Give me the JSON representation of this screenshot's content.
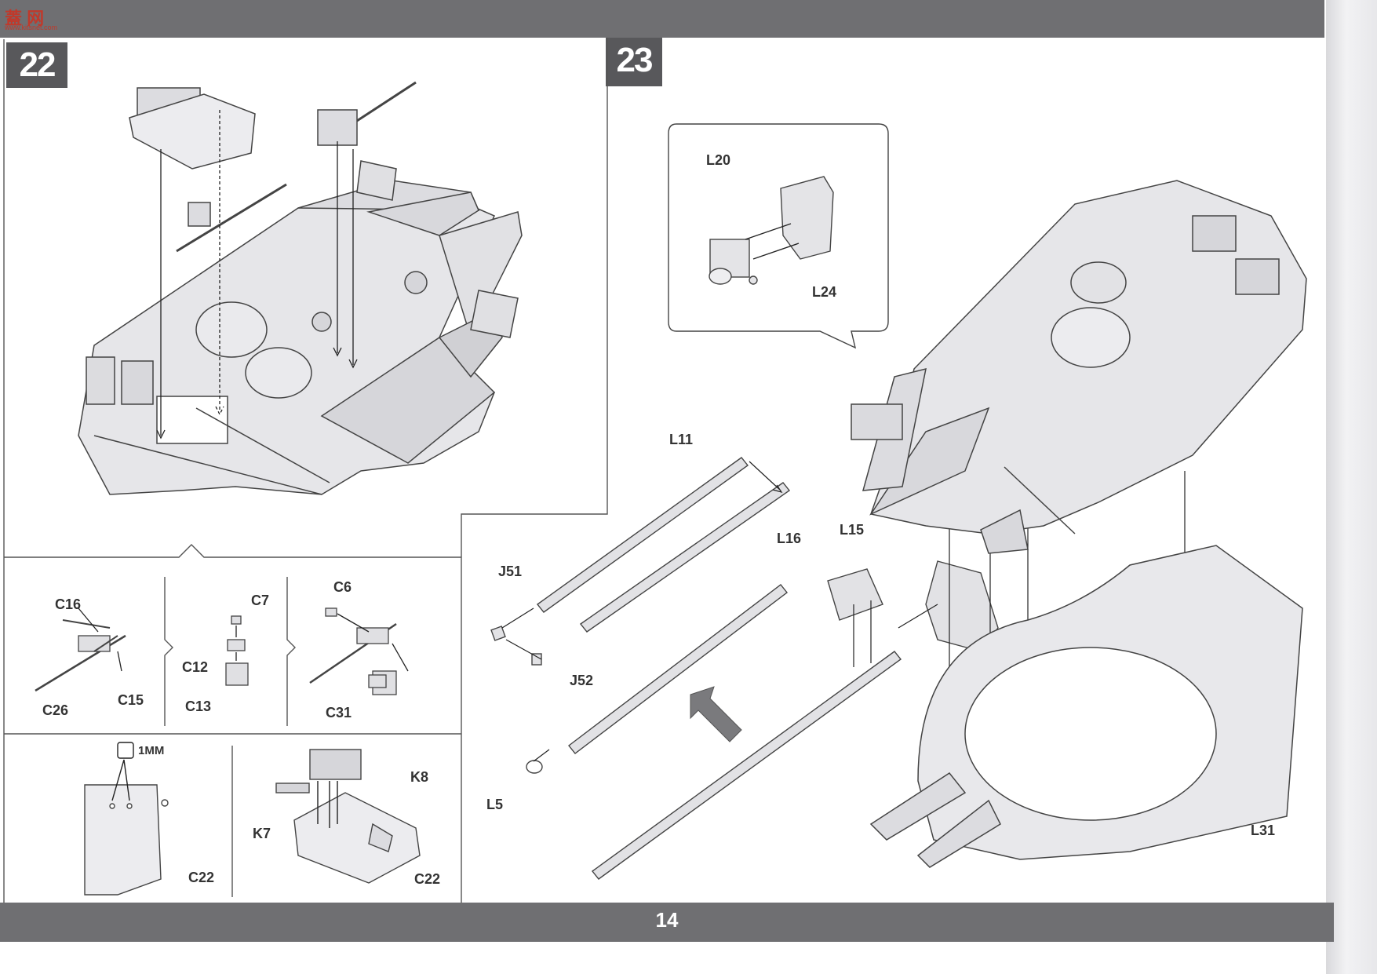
{
  "watermark": {
    "logo_text": "蓋 网",
    "sub_text": "www.kitsnet.com"
  },
  "page_number": "14",
  "step22": {
    "number": "22",
    "sub_a": {
      "labels": [
        "C16",
        "C26",
        "C15"
      ]
    },
    "sub_b": {
      "labels": [
        "C7",
        "C12",
        "C13"
      ]
    },
    "sub_c": {
      "labels": [
        "C6",
        "C31"
      ]
    },
    "sub_d": {
      "drill_size": "1MM",
      "part": "C22"
    },
    "sub_e": {
      "labels": [
        "K8",
        "K7",
        "C22"
      ]
    }
  },
  "step23": {
    "number": "23",
    "callout": {
      "labels": [
        "L20",
        "L24"
      ]
    },
    "barrel_labels": [
      "L11",
      "L16",
      "J51",
      "J52",
      "L5",
      "L15"
    ],
    "hull_labels": [
      "L31"
    ]
  },
  "colors": {
    "bar": "#6f6f72",
    "badge": "#58585b",
    "part_fill": "#e4e4e7",
    "line": "#444444"
  }
}
